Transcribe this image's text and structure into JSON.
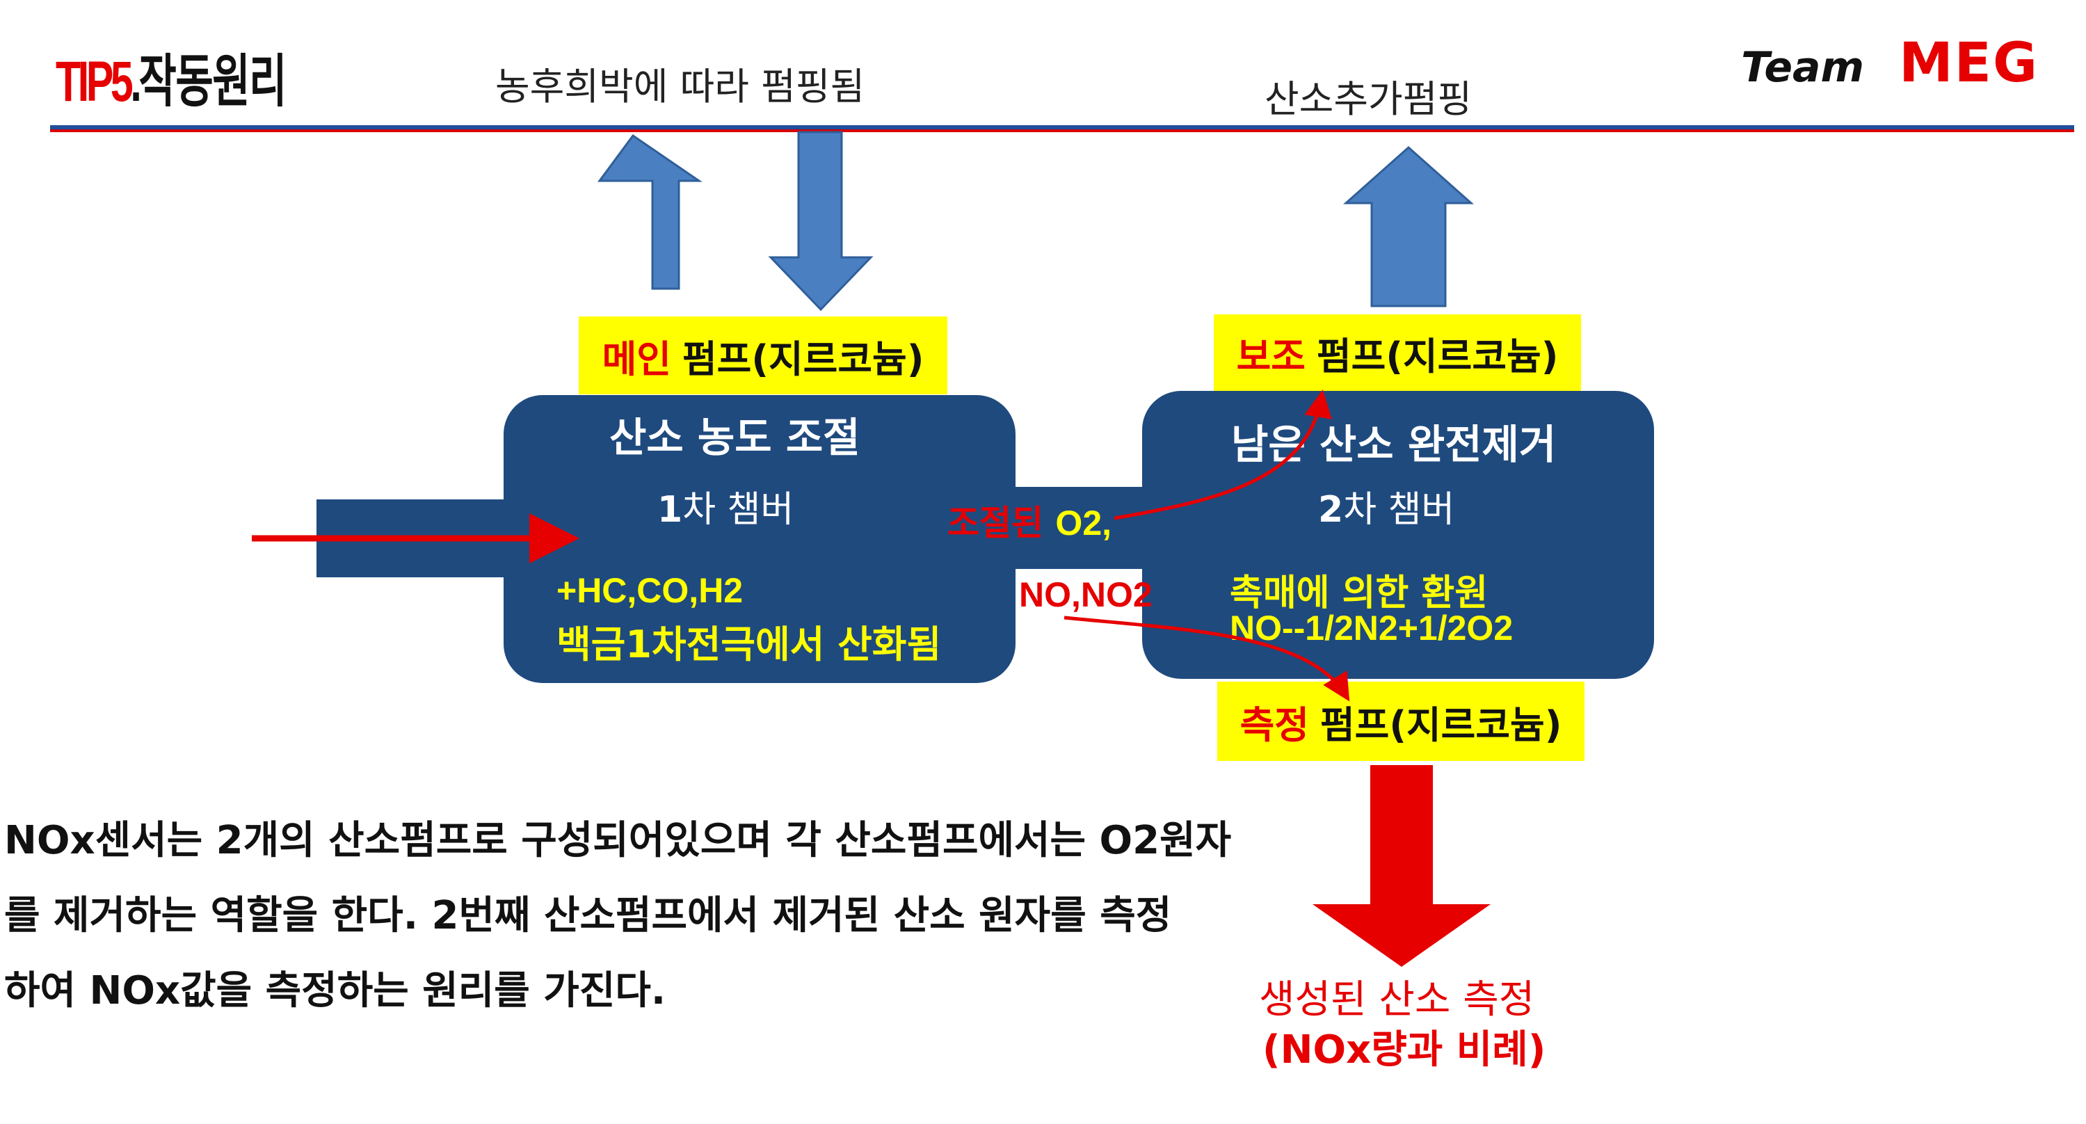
{
  "header": {
    "title_num": "TIP5",
    "title_dot": ".",
    "title_text": "작동원리",
    "note_left": "농후희박에 따라  펌핑됨",
    "note_right": "산소추가펌핑",
    "logo_team": "Team",
    "logo_meg": "MEG"
  },
  "main_pump": {
    "highlight": "메인",
    "label": "펌프(지르코늄)"
  },
  "aux_pump": {
    "highlight": "보조",
    "label": "펌프(지르코늄)"
  },
  "measure_pump": {
    "highlight": "측정",
    "label": "펌프(지르코늄)"
  },
  "chamber1": {
    "heading": "산소 농도 조절",
    "name_num": "1",
    "name": "차 챔버",
    "line1": "+HC,CO,H2",
    "line2": "백금1차전극에서 산화됨"
  },
  "chamber2": {
    "heading": "남은 산소 완전제거",
    "name_num": "2",
    "name": "차 챔버",
    "line1": "촉매에 의한 환원",
    "line2": "NO--1/2N2+1/2O2"
  },
  "flow": {
    "o2_label": "조절된 ",
    "o2_value": "O2,",
    "no_label": "NO,NO2"
  },
  "result": {
    "line1": "생성된 산소 측정",
    "line2_bold": "(NOx",
    "line2_rest": "량과 비례)"
  },
  "description": {
    "line1": "NOx센서는 2개의 산소펌프로 구성되어있으며 각 산소펌프에서는 O2원자",
    "line2": "를 제거하는 역할을 한다. 2번째 산소펌프에서 제거된 산소 원자를 측정",
    "line3": "하여 NOx값을 측정하는 원리를 가진다."
  },
  "colors": {
    "chamber": "#1f4a7e",
    "arrow_blue": "#4a7fc1",
    "accent_red": "#e60000",
    "highlight_yellow": "#ffff00"
  }
}
